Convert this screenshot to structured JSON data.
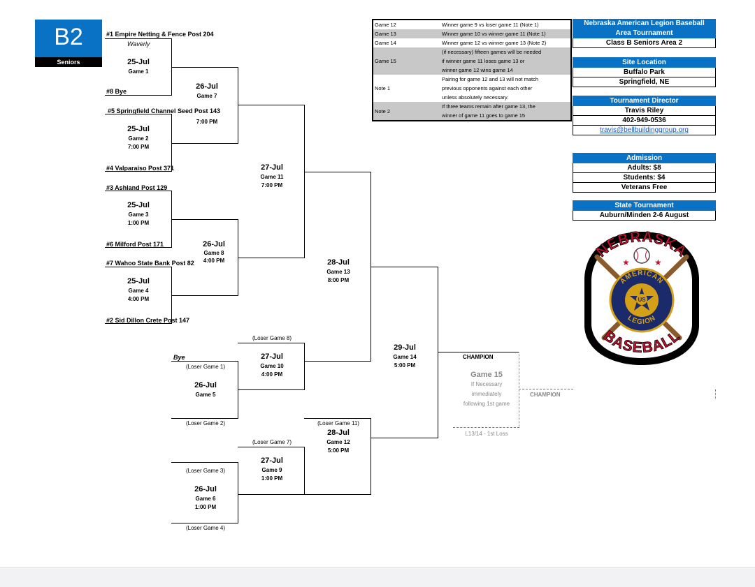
{
  "badge": {
    "class": "B2",
    "division": "Seniors"
  },
  "teams": {
    "t1": "#1 Empire Netting & Fence Post 204",
    "t1_city": "Waverly",
    "t8": "#8 Bye",
    "t5": "#5 Springfield Channel Seed Post 143",
    "t4": "#4 Valparaiso Post 371",
    "t3": "#3 Ashland Post 129",
    "t6": "#6 Milford Post 171",
    "t7": "#7 Wahoo State Bank Post 82",
    "t2": "#2 Sid Dillon Crete Post 147",
    "bye": "Bye"
  },
  "games": {
    "g1": {
      "date": "25-Jul",
      "game": "Game 1",
      "time": ""
    },
    "g2": {
      "date": "25-Jul",
      "game": "Game 2",
      "time": "7:00 PM"
    },
    "g3": {
      "date": "25-Jul",
      "game": "Game 3",
      "time": "1:00 PM"
    },
    "g4": {
      "date": "25-Jul",
      "game": "Game 4",
      "time": "4:00 PM"
    },
    "g7": {
      "date": "26-Jul",
      "game": "Game 7",
      "time": "7:00 PM"
    },
    "g8": {
      "date": "26-Jul",
      "game": "Game 8",
      "time": "4:00 PM"
    },
    "g11": {
      "date": "27-Jul",
      "game": "Game 11",
      "time": "7:00 PM"
    },
    "g13": {
      "date": "28-Jul",
      "game": "Game 13",
      "time": "8:00 PM"
    },
    "g14": {
      "date": "29-Jul",
      "game": "Game 14",
      "time": "5:00 PM"
    },
    "g10": {
      "date": "27-Jul",
      "game": "Game 10",
      "time": "4:00 PM"
    },
    "g5": {
      "date": "26-Jul",
      "game": "Game 5",
      "time": ""
    },
    "g12": {
      "date": "28-Jul",
      "game": "Game 12",
      "time": "5:00 PM"
    },
    "g9": {
      "date": "27-Jul",
      "game": "Game 9",
      "time": "1:00 PM"
    },
    "g6": {
      "date": "26-Jul",
      "game": "Game 6",
      "time": "1:00 PM"
    }
  },
  "losers": {
    "l8": "(Loser Game 8)",
    "l1": "(Loser Game 1)",
    "l2": "(Loser Game 2)",
    "l11": "(Loser Game 11)",
    "l7": "(Loser Game 7)",
    "l3": "(Loser Game 3)",
    "l4": "(Loser Game 4)"
  },
  "champion": {
    "label": "CHAMPION",
    "game": "Game 15",
    "line1": "If Necessary",
    "line2": "immediately",
    "line3": "following 1st game",
    "final_label": "CHAMPION",
    "loss_note": "L13/14 - 1st Loss"
  },
  "notes": [
    {
      "k": "Game 12",
      "v": [
        "Winner game 9 vs loser game 11 (Note 1)"
      ],
      "shade": false
    },
    {
      "k": "Game 13",
      "v": [
        "Winner game 10 vs winner game 11 (Note 1)"
      ],
      "shade": true
    },
    {
      "k": "Game 14",
      "v": [
        "Winner game 12 vs winner game 13 (Note 2)"
      ],
      "shade": false
    },
    {
      "k": "Game 15",
      "v": [
        "(if necessary) fifteen games will be needed",
        "if winner game 11 loses game 13 or",
        "winner game 12 wins game 14"
      ],
      "shade": true
    },
    {
      "k": "Note 1",
      "v": [
        "Pairing for game 12 and 13 will not match",
        "previous opponents against each other",
        "unless absolutely necessary."
      ],
      "shade": false
    },
    {
      "k": "Note 2",
      "v": [
        "If three teams remain after game 13, the",
        "winner of game 11 goes to game 15"
      ],
      "shade": true
    }
  ],
  "info": {
    "title1": "Nebraska American Legion Baseball",
    "title2": "Area Tournament",
    "title3": "Class B Seniors Area 2",
    "site_hd": "Site Location",
    "site1": "Buffalo Park",
    "site2": "Springfield, NE",
    "dir_hd": "Tournament Director",
    "dir_name": "Travis Riley",
    "dir_phone": "402-949-0536",
    "dir_email": "travis@bellbuildinggroup.org",
    "adm_hd": "Admission",
    "adm1": "Adults: $8",
    "adm2": "Students: $4",
    "adm3": "Veterans Free",
    "state_hd": "State Tournament",
    "state1": "Auburn/Minden 2-6 August"
  },
  "logo": {
    "top": "NEBRASKA",
    "bottom": "BASEBALL",
    "ring1": "AMERICAN",
    "ring2": "LEGION",
    "center": "US"
  },
  "colors": {
    "accent": "#0a72c4",
    "logo_red": "#c8102e",
    "logo_navy": "#1b2a6b",
    "logo_gold": "#d4a017"
  }
}
